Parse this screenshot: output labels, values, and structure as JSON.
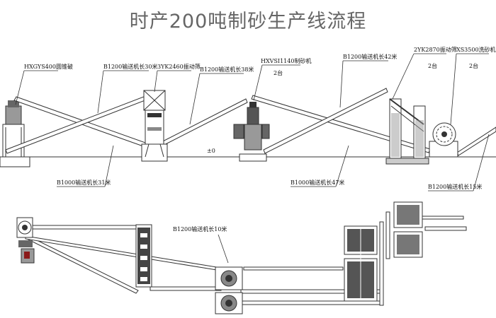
{
  "title": "时产200吨制砂生产线流程",
  "labels": {
    "cone_crusher": "HXGYS400圆锥破",
    "conveyor_30": "B1200输送机长30米",
    "screen_3yk": "3YK2460振动筛",
    "conveyor_38": "B1200输送机长38米",
    "sand_maker": "HXVSI1140制砂机",
    "sand_maker_qty": "2台",
    "conveyor_42": "B1200输送机长42米",
    "screen_2yk": "2YK2870振动筛",
    "screen_2yk_qty": "2台",
    "sand_washer": "XS3500洗砂机",
    "sand_washer_qty": "2台",
    "level_mark": "±0",
    "conveyor_31": "B1000输送机长31米",
    "conveyor_47": "B1000输送机长47米",
    "conveyor_15": "B1200输送机长15米",
    "conveyor_10": "B1200输送机长10米"
  },
  "colors": {
    "title": "#666666",
    "line": "#333333"
  }
}
